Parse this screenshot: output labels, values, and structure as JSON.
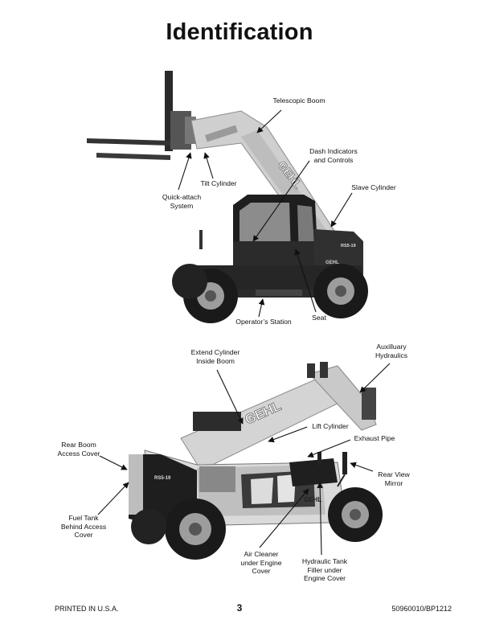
{
  "page_title": "Identification",
  "figure1": {
    "labels": {
      "telescopic_boom": "Telescopic Boom",
      "dash_indicators": "Dash Indicators\nand Controls",
      "tilt_cylinder": "Tilt Cylinder",
      "slave_cylinder": "Slave Cylinder",
      "quick_attach": "Quick-attach\nSystem",
      "operators_station": "Operator’s Station",
      "seat": "Seat"
    },
    "decal": "GEHL",
    "model_decal": "RS5-19"
  },
  "figure2": {
    "labels": {
      "extend_cylinder": "Extend Cylinder\nInside Boom",
      "aux_hydraulics": "Auxilluary\nHydraulics",
      "lift_cylinder": "Lift Cylinder",
      "rear_boom_cover": "Rear Boom\nAccess Cover",
      "exhaust_pipe": "Exhaust Pipe",
      "rear_view_mirror": "Rear View\nMirror",
      "fuel_tank": "Fuel Tank\nBehind Access\nCover",
      "air_cleaner": "Air Cleaner\nunder Engine\nCover",
      "hydraulic_tank": "Hydraulic Tank\nFiller under\nEngine Cover"
    },
    "decal": "GEHL",
    "model_decal": "RS5-19"
  },
  "footer": {
    "left": "PRINTED IN U.S.A.",
    "page_number": "3",
    "right": "50960010/BP1212"
  }
}
